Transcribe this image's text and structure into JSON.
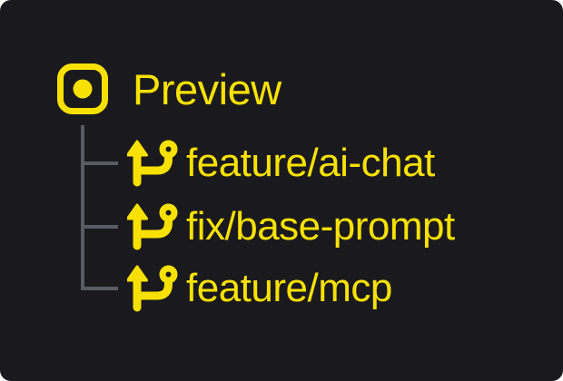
{
  "card": {
    "background_color": "#1a1a1e",
    "accent_color": "#f8e100",
    "tree_line_color": "#575c63"
  },
  "header": {
    "icon": "preview-dot-square-icon",
    "label": "Preview"
  },
  "branches": [
    {
      "icon": "git-branch-icon",
      "label": "feature/ai-chat"
    },
    {
      "icon": "git-branch-icon",
      "label": "fix/base-prompt"
    },
    {
      "icon": "git-branch-icon",
      "label": "feature/mcp"
    }
  ]
}
